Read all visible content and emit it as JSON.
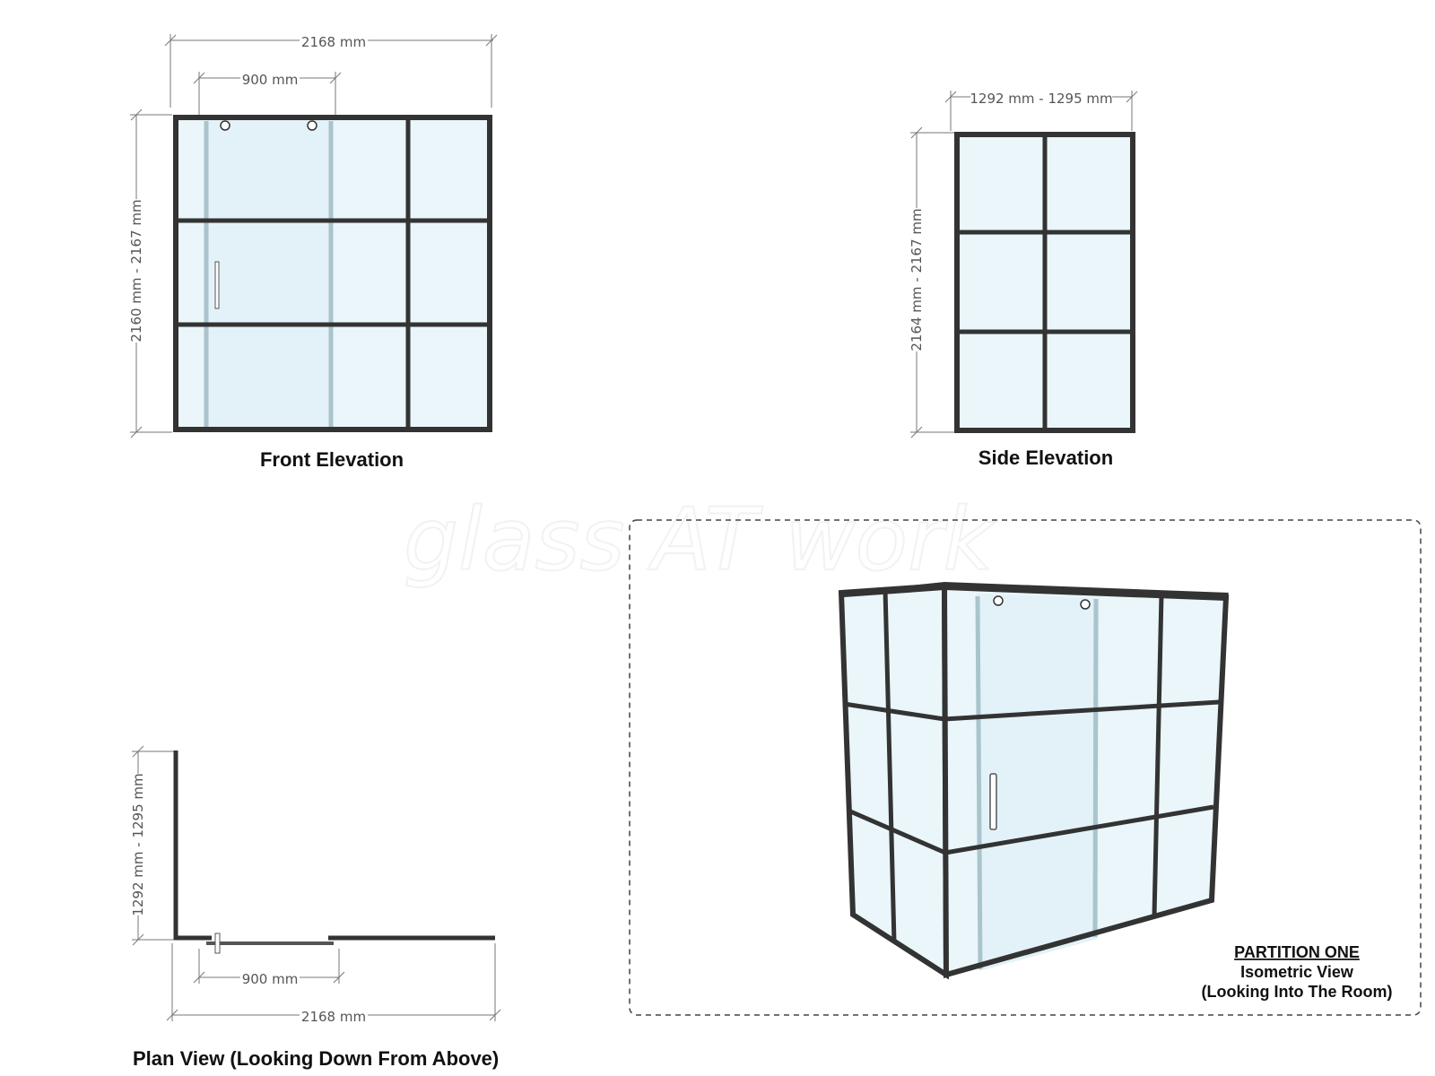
{
  "watermark": "glass AT work",
  "front_elevation": {
    "caption": "Front Elevation",
    "width_dim": "2168 mm",
    "door_dim": "900 mm",
    "height_dim": "2160 mm - 2167 mm"
  },
  "side_elevation": {
    "caption": "Side Elevation",
    "width_dim": "1292 mm - 1295 mm",
    "height_dim": "2164 mm - 2167 mm"
  },
  "plan_view": {
    "caption": "Plan View (Looking Down From Above)",
    "depth_dim": "1292 mm - 1295 mm",
    "door_dim": "900 mm",
    "width_dim": "2168 mm"
  },
  "isometric": {
    "title": "PARTITION ONE",
    "subtitle": "Isometric View",
    "note": "(Looking Into The Room)"
  },
  "colors": {
    "frame": "#333333",
    "glass": "#eaf6fa",
    "door_rail": "#a9c4cc",
    "dimension": "#777777"
  }
}
